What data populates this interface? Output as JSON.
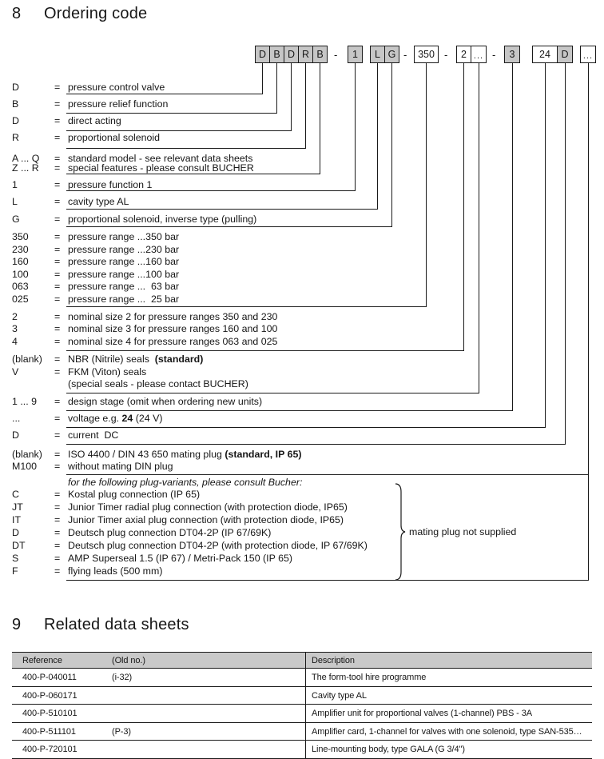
{
  "colors": {
    "box_shaded": "#c6c6c6",
    "table_header_bg": "#c9c9c9",
    "line": "#1a1a1a",
    "text": "#161616"
  },
  "section8": {
    "number": "8",
    "title": "Ordering code"
  },
  "section9": {
    "number": "9",
    "title": "Related data sheets"
  },
  "ordering_code": {
    "dash": "-",
    "equals_sign": "=",
    "brace_note": "mating plug not supplied",
    "boxes": [
      {
        "label": "D",
        "shaded": true
      },
      {
        "label": "B",
        "shaded": true
      },
      {
        "label": "D",
        "shaded": true
      },
      {
        "label": "R",
        "shaded": true
      },
      {
        "label": "B",
        "shaded": true
      },
      {
        "label": "1",
        "shaded": true
      },
      {
        "label": "L",
        "shaded": true
      },
      {
        "label": "G",
        "shaded": true
      },
      {
        "label": "350",
        "shaded": false
      },
      {
        "label": "2",
        "shaded": false
      },
      {
        "label": "...",
        "shaded": false
      },
      {
        "label": "3",
        "shaded": true
      },
      {
        "label": "24",
        "shaded": false
      },
      {
        "label": "D",
        "shaded": true
      },
      {
        "label": "...",
        "shaded": false
      }
    ],
    "entries": [
      {
        "code": "D",
        "desc": [
          {
            "t": "pressure control valve"
          }
        ]
      },
      {
        "code": "B",
        "desc": [
          {
            "t": "pressure relief function"
          }
        ]
      },
      {
        "code": "D",
        "desc": [
          {
            "t": "direct acting"
          }
        ]
      },
      {
        "code": "R",
        "desc": [
          {
            "t": "proportional solenoid"
          }
        ]
      },
      {
        "code": "A ... Q",
        "desc": [
          {
            "t": "standard model - see relevant data sheets"
          }
        ]
      },
      {
        "code": "Z ... R",
        "desc": [
          {
            "t": "special features - please consult BUCHER"
          }
        ]
      },
      {
        "code": "1",
        "desc": [
          {
            "t": "pressure function 1"
          }
        ]
      },
      {
        "code": "L",
        "desc": [
          {
            "t": "cavity type AL"
          }
        ]
      },
      {
        "code": "G",
        "desc": [
          {
            "t": "proportional solenoid, inverse type (pulling)"
          }
        ]
      },
      {
        "code": "350",
        "desc": [
          {
            "t": "pressure range ...350 bar"
          }
        ]
      },
      {
        "code": "230",
        "desc": [
          {
            "t": "pressure range ...230 bar"
          }
        ]
      },
      {
        "code": "160",
        "desc": [
          {
            "t": "pressure range ...160 bar"
          }
        ]
      },
      {
        "code": "100",
        "desc": [
          {
            "t": "pressure range ...100 bar"
          }
        ]
      },
      {
        "code": "063",
        "desc": [
          {
            "t": "pressure range ...  63 bar"
          }
        ]
      },
      {
        "code": "025",
        "desc": [
          {
            "t": "pressure range ...  25 bar"
          }
        ]
      },
      {
        "code": "2",
        "desc": [
          {
            "t": "nominal size 2 for pressure ranges 350 and 230"
          }
        ]
      },
      {
        "code": "3",
        "desc": [
          {
            "t": "nominal size 3 for pressure ranges 160 and 100"
          }
        ]
      },
      {
        "code": "4",
        "desc": [
          {
            "t": "nominal size 4 for pressure ranges 063 and 025"
          }
        ]
      },
      {
        "code": "(blank)",
        "desc": [
          {
            "t": "NBR (Nitrile) seals  "
          },
          {
            "t": "(standard)",
            "b": true
          }
        ]
      },
      {
        "code": "V",
        "desc": [
          {
            "t": "FKM (Viton) seals"
          }
        ]
      },
      {
        "code": "",
        "desc": [
          {
            "t": "(special seals - please contact BUCHER)"
          }
        ]
      },
      {
        "code": "1 ... 9",
        "desc": [
          {
            "t": "design stage (omit when ordering new units)"
          }
        ]
      },
      {
        "code": "...",
        "desc": [
          {
            "t": "voltage e.g. "
          },
          {
            "t": "24",
            "b": true
          },
          {
            "t": " (24 V)"
          }
        ]
      },
      {
        "code": "D",
        "desc": [
          {
            "t": "current  DC"
          }
        ]
      },
      {
        "code": "(blank)",
        "desc": [
          {
            "t": "ISO 4400 / DIN 43 650 mating plug "
          },
          {
            "t": "(standard, IP 65)",
            "b": true
          }
        ]
      },
      {
        "code": "M100",
        "desc": [
          {
            "t": "without mating DIN plug"
          }
        ]
      },
      {
        "code": "",
        "desc": [
          {
            "t": "for the following plug-variants, please consult Bucher:",
            "i": true
          }
        ]
      },
      {
        "code": "C",
        "desc": [
          {
            "t": "Kostal plug connection (IP 65)"
          }
        ]
      },
      {
        "code": "JT",
        "desc": [
          {
            "t": "Junior Timer radial plug connection (with protection diode, IP65)"
          }
        ]
      },
      {
        "code": "IT",
        "desc": [
          {
            "t": "Junior Timer axial plug connection (with protection diode, IP65)"
          }
        ]
      },
      {
        "code": "D",
        "desc": [
          {
            "t": "Deutsch plug connection DT04-2P (IP 67/69K)"
          }
        ]
      },
      {
        "code": "DT",
        "desc": [
          {
            "t": "Deutsch plug connection DT04-2P (with protection diode, IP 67/69K)"
          }
        ]
      },
      {
        "code": "S",
        "desc": [
          {
            "t": "AMP Superseal 1.5 (IP 67) / Metri-Pack 150 (IP 65)"
          }
        ]
      },
      {
        "code": "F",
        "desc": [
          {
            "t": "flying leads (500 mm)"
          }
        ]
      }
    ]
  },
  "table": {
    "headers": [
      "Reference",
      "(Old no.)",
      "Description"
    ],
    "rows": [
      {
        "reference": "400-P-040011",
        "old_no": "(i-32)",
        "description": "The form-tool hire programme"
      },
      {
        "reference": "400-P-060171",
        "old_no": "",
        "description": "Cavity type AL"
      },
      {
        "reference": "400-P-510101",
        "old_no": "",
        "description": "Amplifier unit for proportional valves (1-channel) PBS - 3A"
      },
      {
        "reference": "400-P-511101",
        "old_no": "(P-3)",
        "description": "Amplifier card, 1-channel for valves with one solenoid, type SAN-535…"
      },
      {
        "reference": "400-P-720101",
        "old_no": "",
        "description": "Line-mounting body, type GALA (G 3/4\")"
      }
    ]
  }
}
